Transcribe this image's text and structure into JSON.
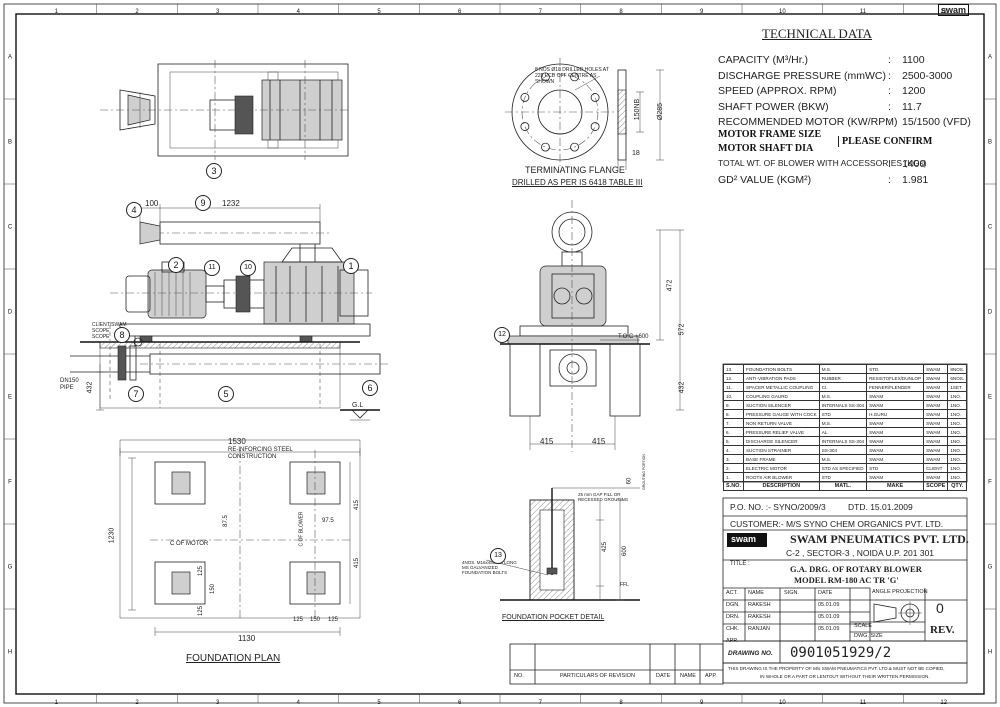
{
  "border": {
    "cols": [
      "1",
      "2",
      "3",
      "4",
      "5",
      "6",
      "7",
      "8",
      "9",
      "10",
      "11",
      "12"
    ],
    "rows": [
      "A",
      "B",
      "C",
      "D",
      "E",
      "F",
      "G",
      "H"
    ],
    "logo": "swam"
  },
  "technical_data": {
    "title": "TECHNICAL DATA",
    "rows": [
      {
        "label": "CAPACITY (M³/Hr.)",
        "value": "1100"
      },
      {
        "label": "DISCHARGE PRESSURE (mmWC)",
        "value": "2500-3000"
      },
      {
        "label": "SPEED (APPROX. RPM)",
        "value": "1200"
      },
      {
        "label": "SHAFT POWER (BKW)",
        "value": "11.7"
      },
      {
        "label": "RECOMMENDED MOTOR (KW/RPM)",
        "value": "15/1500 (VFD)"
      }
    ],
    "motor_frame": "MOTOR FRAME SIZE",
    "motor_shaft": "MOTOR SHAFT DIA",
    "please_confirm": "PLEASE CONFIRM",
    "rows2": [
      {
        "label": "TOTAL WT. OF BLOWER WITH ACCESSORIES (KGs)",
        "value": "1400"
      },
      {
        "label": "GD² VALUE (KGM²)",
        "value": "1.981"
      }
    ]
  },
  "flange": {
    "note": "8 NOS Ø18 DRILLED HOLES AT 225 PCD OFF CENTRE AS SHOWN",
    "title": "TERMINATING FLANGE",
    "subtitle": "DRILLED AS PER IS 6418 TABLE III",
    "dim_nb": "150NB",
    "dim_dia": "Ø285",
    "dim_t": "18"
  },
  "elevation": {
    "dim_100": "100",
    "dim_1232": "1232",
    "client_scope": "CLIENT/SWAM SCOPE SCOPE",
    "pipe": "DN150 PIPE",
    "dim_432": "432",
    "gl": "G.L"
  },
  "side_view": {
    "dim_472": "472",
    "dim_572": "572",
    "dim_432": "432",
    "toc": "T.O.C +600",
    "dim_415a": "415",
    "dim_415b": "415"
  },
  "foundation_plan": {
    "title": "FOUNDATION PLAN",
    "dim_1530": "1530",
    "rebar_note": "RE-INFORCING STEEL CONSTRUCTION",
    "dim_1230": "1230",
    "dim_875": "87.5",
    "dim_975": "97.5",
    "motor_cl": "C OF MOTOR",
    "blower_cl": "C OF BLOWER",
    "dim_415a": "415",
    "dim_415b": "415",
    "dim_125a": "125",
    "dim_150a": "150",
    "dim_125b": "125",
    "dim_125c": "125",
    "dim_150b": "150",
    "dim_125d": "125",
    "dim_1130": "1130"
  },
  "pocket": {
    "title": "FOUNDATION POCKET DETAIL",
    "bolt_note": "4NOS. M16x450mm LONG MS GALVANIZED FOUNDATION BOLTS",
    "grout_note": "25 mm GAP FILL OR RECESSED GROUTING",
    "dim_60": "60",
    "dim_425": "425",
    "dim_600": "600",
    "ffl": "FFL",
    "grout_side": "GROUTING PORTION"
  },
  "bom": {
    "headers": [
      "S.NO.",
      "DESCRIPTION",
      "MATL.",
      "MAKE",
      "SCOPE",
      "QTY."
    ],
    "rows": [
      [
        "13.",
        "FOUNDATION BOLTS",
        "M.S.",
        "STD.",
        "SWAM",
        "8NOS."
      ],
      [
        "12.",
        "ANTI-VIBRATION PADS",
        "RUBBER",
        "RESISTOFLEX/DUNLOP",
        "SWAM",
        "6NOS."
      ],
      [
        "11.",
        "SPACER METALLIC COUPLING",
        "CI.",
        "FENNER/FLENDER",
        "SWAM",
        "1SET"
      ],
      [
        "10.",
        "COUPLING GAURD",
        "M.S.",
        "SWAM",
        "SWAM",
        "1NO."
      ],
      [
        "9.",
        "SUCTION SILENCER",
        "INTERNALS SS-304",
        "SWAM",
        "SWAM",
        "1NO."
      ],
      [
        "8.",
        "PRESSURE GAUGE WITH COCK",
        "STD",
        "H.GURU",
        "SWAM",
        "1NO."
      ],
      [
        "7.",
        "NON RETURN VALVE",
        "M.S.",
        "SWAM",
        "SWAM",
        "1NO."
      ],
      [
        "6.",
        "PRESSURE RELIEF VALVE",
        "AL",
        "SWAM",
        "SWAM",
        "1NO."
      ],
      [
        "5.",
        "DISCHARGE SILENCER",
        "INTERNALS SS-304",
        "SWAM",
        "SWAM",
        "1NO."
      ],
      [
        "4.",
        "SUCTION STRAINER",
        "SS-304",
        "SWAM",
        "SWAM",
        "1NO."
      ],
      [
        "3.",
        "BASE FRAME",
        "M.S.",
        "SWAM",
        "SWAM",
        "1NO."
      ],
      [
        "2.",
        "ELECTRIC MOTOR",
        "STD AS SPECIFIED",
        "STD",
        "CLIENT",
        "1NO."
      ],
      [
        "1.",
        "ROOTS AIR BLOWER",
        "STD",
        "SWAM",
        "SWAM",
        "1NO."
      ]
    ]
  },
  "title_block": {
    "po": "P.O. NO. :- SYNO/2009/3",
    "dtd": "DTD. 15.01.2009",
    "customer": "CUSTOMER:- M/S SYNO CHEM ORGANICS PVT. LTD.",
    "logo": "swam",
    "company": "SWAM PNEUMATICS PVT. LTD.",
    "address": "C-2 , SECTOR-3 , NOIDA U.P. 201 301",
    "title_label": "TITLE :",
    "title_line1": "G.A. DRG. OF ROTARY BLOWER",
    "title_line2": "MODEL RM-180 AC TR 'G'",
    "act_headers": [
      "ACT.",
      "NAME",
      "SIGN.",
      "DATE"
    ],
    "acts": [
      {
        "act": "DGN.",
        "name": "RAKESH",
        "date": "05.01.09"
      },
      {
        "act": "DRN.",
        "name": "RAKESH",
        "date": "05.01.09"
      },
      {
        "act": "CHK.",
        "name": "RANJAN",
        "date": "05.01.09"
      },
      {
        "act": "APP.",
        "name": "",
        "date": ""
      }
    ],
    "angle_projection": "ANGLE PROJECTION",
    "scale": "SCALE",
    "dwg_size": "DWG. SIZE",
    "sheet": "0",
    "rev": "REV.",
    "drawing_no_label": "DRAWING NO.",
    "drawing_no": "0901051929/2",
    "property_note1": "THIS DRAWING IS THE PROPERTY OF M/s SWAM PNEUMATICS PVT. LTD.& MUST NOT BE COPIED,",
    "property_note2": "IN WHOLE OR A PART OR LENTOUT WITHOUT THEIR WRITTEN PERMISSION.",
    "revision_headers": [
      "NO.",
      "PARTICULARS OF REVISION",
      "DATE",
      "NAME",
      "APP."
    ]
  },
  "balloons": [
    "1",
    "2",
    "3",
    "4",
    "5",
    "6",
    "7",
    "8",
    "9",
    "10",
    "11",
    "12",
    "13"
  ]
}
